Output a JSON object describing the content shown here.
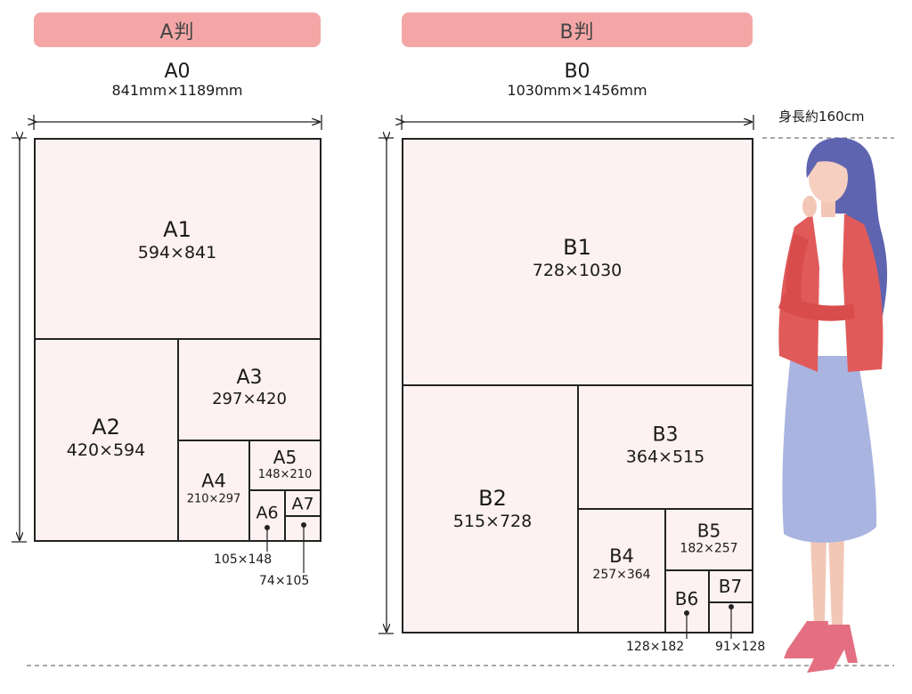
{
  "headers": {
    "a_series": "A判",
    "b_series": "B判"
  },
  "a_series": {
    "base": {
      "name": "A0",
      "size": "841mm×1189mm"
    },
    "sheets": [
      {
        "name": "A1",
        "size": "594×841"
      },
      {
        "name": "A2",
        "size": "420×594"
      },
      {
        "name": "A3",
        "size": "297×420"
      },
      {
        "name": "A4",
        "size": "210×297"
      },
      {
        "name": "A5",
        "size": "148×210"
      },
      {
        "name": "A6",
        "size": "105×148"
      },
      {
        "name": "A7",
        "size": "74×105"
      }
    ]
  },
  "b_series": {
    "base": {
      "name": "B0",
      "size": "1030mm×1456mm"
    },
    "sheets": [
      {
        "name": "B1",
        "size": "728×1030"
      },
      {
        "name": "B2",
        "size": "515×728"
      },
      {
        "name": "B3",
        "size": "364×515"
      },
      {
        "name": "B4",
        "size": "257×364"
      },
      {
        "name": "B5",
        "size": "182×257"
      },
      {
        "name": "B6",
        "size": "128×182"
      },
      {
        "name": "B7",
        "size": "91×128"
      }
    ]
  },
  "person": {
    "height_label": "身長約160cm"
  },
  "colors": {
    "header_bg": "#f4a6a6",
    "sheet_fill": "#fdf1f1",
    "outline": "#222222",
    "jacket": "#e05a5a",
    "skirt": "#a9b4e0",
    "hair": "#5f64b0"
  }
}
